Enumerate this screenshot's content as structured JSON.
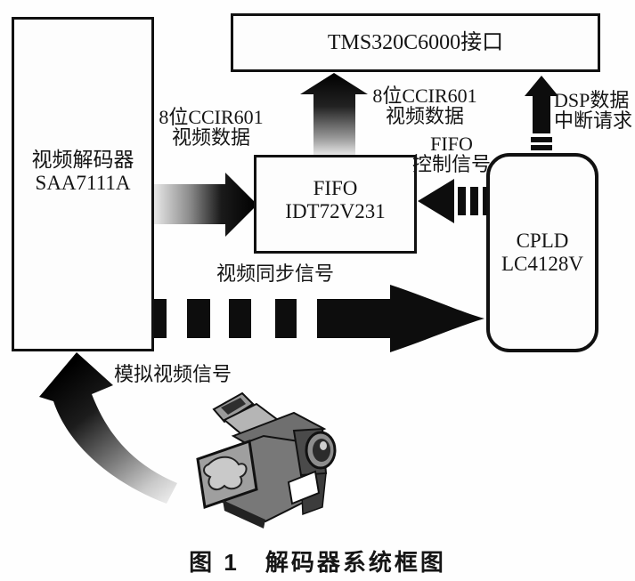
{
  "figure": {
    "caption": "图 1　解码器系统框图",
    "background": "#fefefe",
    "ink": "#111111",
    "arrow_dark": "#0d0d0d",
    "arrow_light": "#e8e8e8"
  },
  "blocks": {
    "video_decoder": {
      "line1": "视频解码器",
      "line2": "SAA7111A"
    },
    "dsp_interface": {
      "label": "TMS320C6000接口"
    },
    "fifo": {
      "line1": "FIFO",
      "line2": "IDT72V231"
    },
    "cpld": {
      "line1": "CPLD",
      "line2": "LC4128V"
    }
  },
  "signal_labels": {
    "ccir_left": {
      "line1": "8位CCIR601",
      "line2": "视频数据"
    },
    "ccir_top": {
      "line1": "8位CCIR601",
      "line2": "视频数据"
    },
    "fifo_control": {
      "line1": "FIFO",
      "line2": "控制信号"
    },
    "dsp_interrupt": {
      "line1": "DSP数据",
      "line2": "中断请求"
    },
    "video_sync": "视频同步信号",
    "analog_video": "模拟视频信号"
  },
  "icons": {
    "camcorder": "camcorder-illustration"
  }
}
